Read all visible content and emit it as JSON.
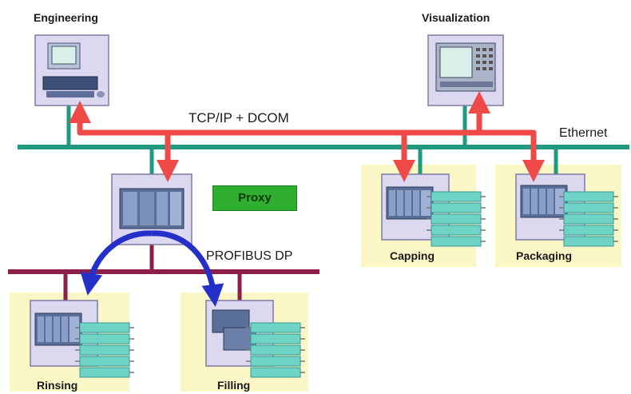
{
  "labels": {
    "engineering": "Engineering",
    "visualization": "Visualization",
    "tcpip": "TCP/IP + DCOM",
    "ethernet": "Ethernet",
    "proxy": "Proxy",
    "profibus": "PROFIBUS DP",
    "capping": "Capping",
    "packaging": "Packaging",
    "rinsing": "Rinsing",
    "filling": "Filling"
  },
  "colors": {
    "ethernet_bus": "#1f9a80",
    "profibus_bus": "#8a1f4a",
    "dcom_arrow": "#f04a48",
    "proxy_arrow": "#2430c8",
    "station_panel": "#fbf6c6",
    "device_frame": "#dcd8f0",
    "proxy_badge": "#2fae2f",
    "io_module": "#6fd3c6"
  },
  "icons": {
    "engineering": "pc-workstation-icon",
    "visualization": "hmi-panel-icon",
    "proxy": "plc-rack-icon",
    "capping": "plc-rack-icon",
    "packaging": "plc-rack-icon",
    "rinsing": "plc-rack-icon",
    "filling": "plc-rack-icon",
    "io": "io-module-stack-icon"
  }
}
